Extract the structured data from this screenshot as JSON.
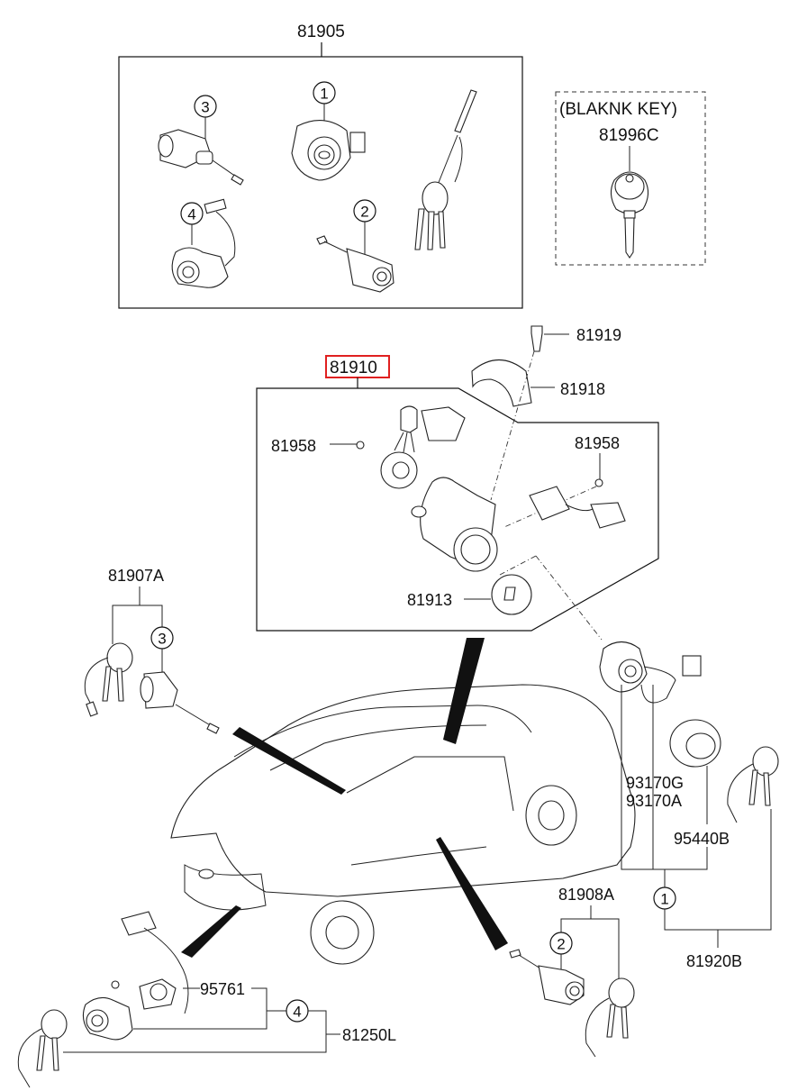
{
  "diagram": {
    "title_set": "81905",
    "highlighted_part": "81910",
    "blank_key": {
      "caption": "(BLAKNK KEY)",
      "part_no": "81996C"
    },
    "set_contents_refs": [
      "1",
      "2",
      "3",
      "4"
    ],
    "labels": {
      "p81919": "81919",
      "p81918": "81918",
      "p81958_left": "81958",
      "p81958_right": "81958",
      "p81913": "81913",
      "p81907A": "81907A",
      "p93170G": "93170G",
      "p93170A": "93170A",
      "p95440B": "95440B",
      "p81908A": "81908A",
      "p81920B": "81920B",
      "p95761": "95761",
      "p81250L": "81250L"
    },
    "ref_circles": {
      "set_1": "1",
      "set_2": "2",
      "set_3": "3",
      "set_4": "4",
      "trunk_3": "3",
      "ignition_1": "1",
      "door_2": "2",
      "tail_4": "4"
    }
  }
}
